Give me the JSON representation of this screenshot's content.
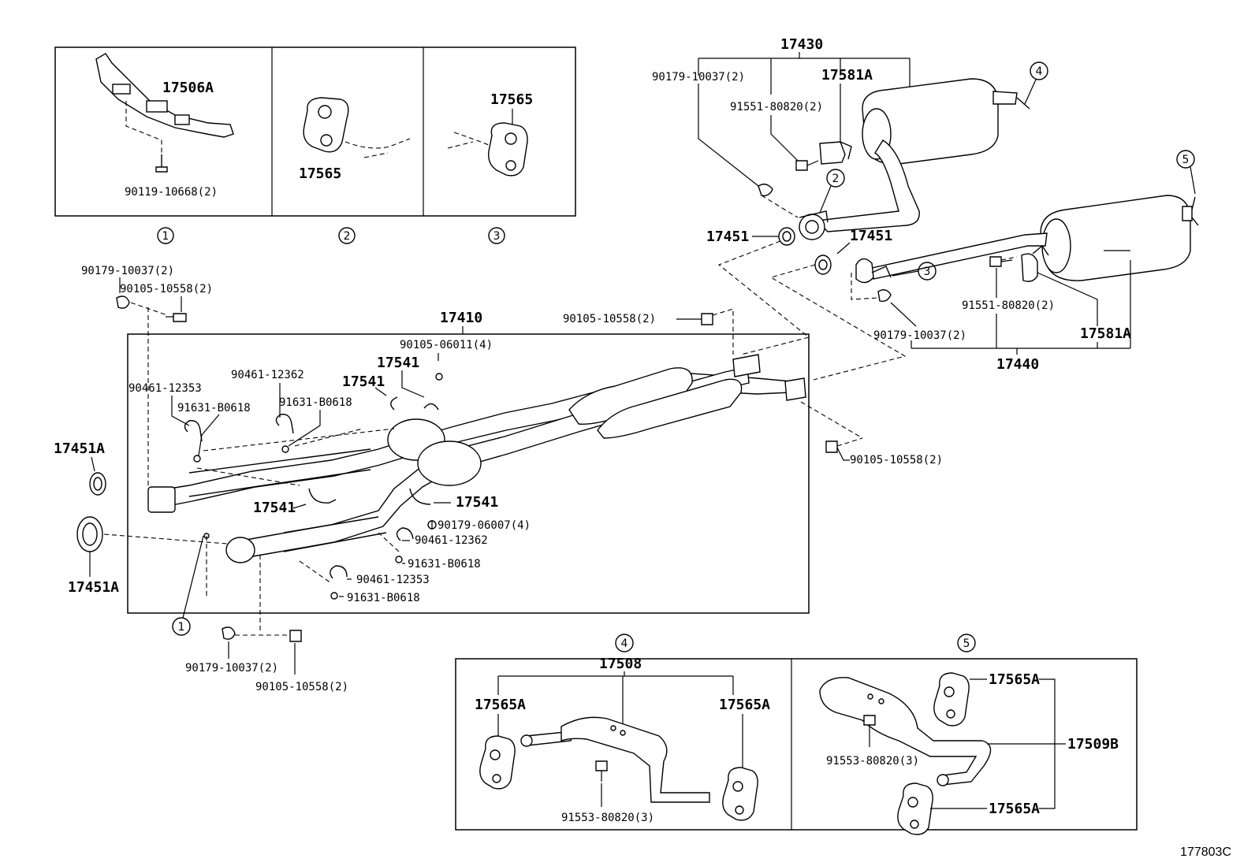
{
  "inset_boxes": [
    {
      "circle": "1",
      "labels": [
        "17506A",
        "90119-10668(2)"
      ]
    },
    {
      "circle": "2",
      "labels": [
        "17565"
      ]
    },
    {
      "circle": "3",
      "labels": [
        "17565"
      ]
    }
  ],
  "assemblies": {
    "front_pipe": "17410",
    "center_muffler": "17430",
    "tail_muffler": "17440"
  },
  "labels": {
    "a_90179_10037": "90179-10037(2)",
    "a_90105_10558": "90105-10558(2)",
    "b_90105_10558": "90105-10558(2)",
    "c_90105_10558": "90105-10558(2)",
    "d_90179_10037": "90179-10037(2)",
    "d_90105_10558": "90105-10558(2)",
    "e_90105_06011": "90105-06011(4)",
    "e_17541_a": "17541",
    "e_17541_b": "17541",
    "e_17541_c": "17541",
    "e_17541_d": "17541",
    "e_90461_12362": "90461-12362",
    "e_90461_12353": "90461-12353",
    "e_91631_b0618_a": "91631-B0618",
    "e_91631_b0618_b": "91631-B0618",
    "e_90179_06007": "90179-06007(4)",
    "e_90461_12362_b": "90461-12362",
    "e_91631_b0618_c": "91631-B0618",
    "e_90461_12353_b": "90461-12353",
    "e_91631_b0618_d": "91631-B0618",
    "g_17451a_a": "17451A",
    "g_17451a_b": "17451A",
    "m_90179_10037": "90179-10037(2)",
    "m_17581a": "17581A",
    "m_91551_80820": "91551-80820(2)",
    "m_17451_a": "17451",
    "m_17451_b": "17451",
    "t_91551_80820": "91551-80820(2)",
    "t_90179_10037": "90179-10037(2)",
    "t_17581a": "17581A",
    "h4_17508": "17508",
    "h4_17565a_l": "17565A",
    "h4_17565a_r": "17565A",
    "h4_91553_80820": "91553-80820(3)",
    "h5_17565a_t": "17565A",
    "h5_17509b": "17509B",
    "h5_91553_80820": "91553-80820(3)",
    "h5_17565a_b": "17565A"
  },
  "circle_refs": {
    "c1": "1",
    "c2": "2",
    "c3": "3",
    "c4": "4",
    "c5": "5",
    "u2": "2",
    "u3": "3",
    "u4": "4",
    "u5": "5",
    "u1": "1"
  },
  "diagram_code": "177803C"
}
